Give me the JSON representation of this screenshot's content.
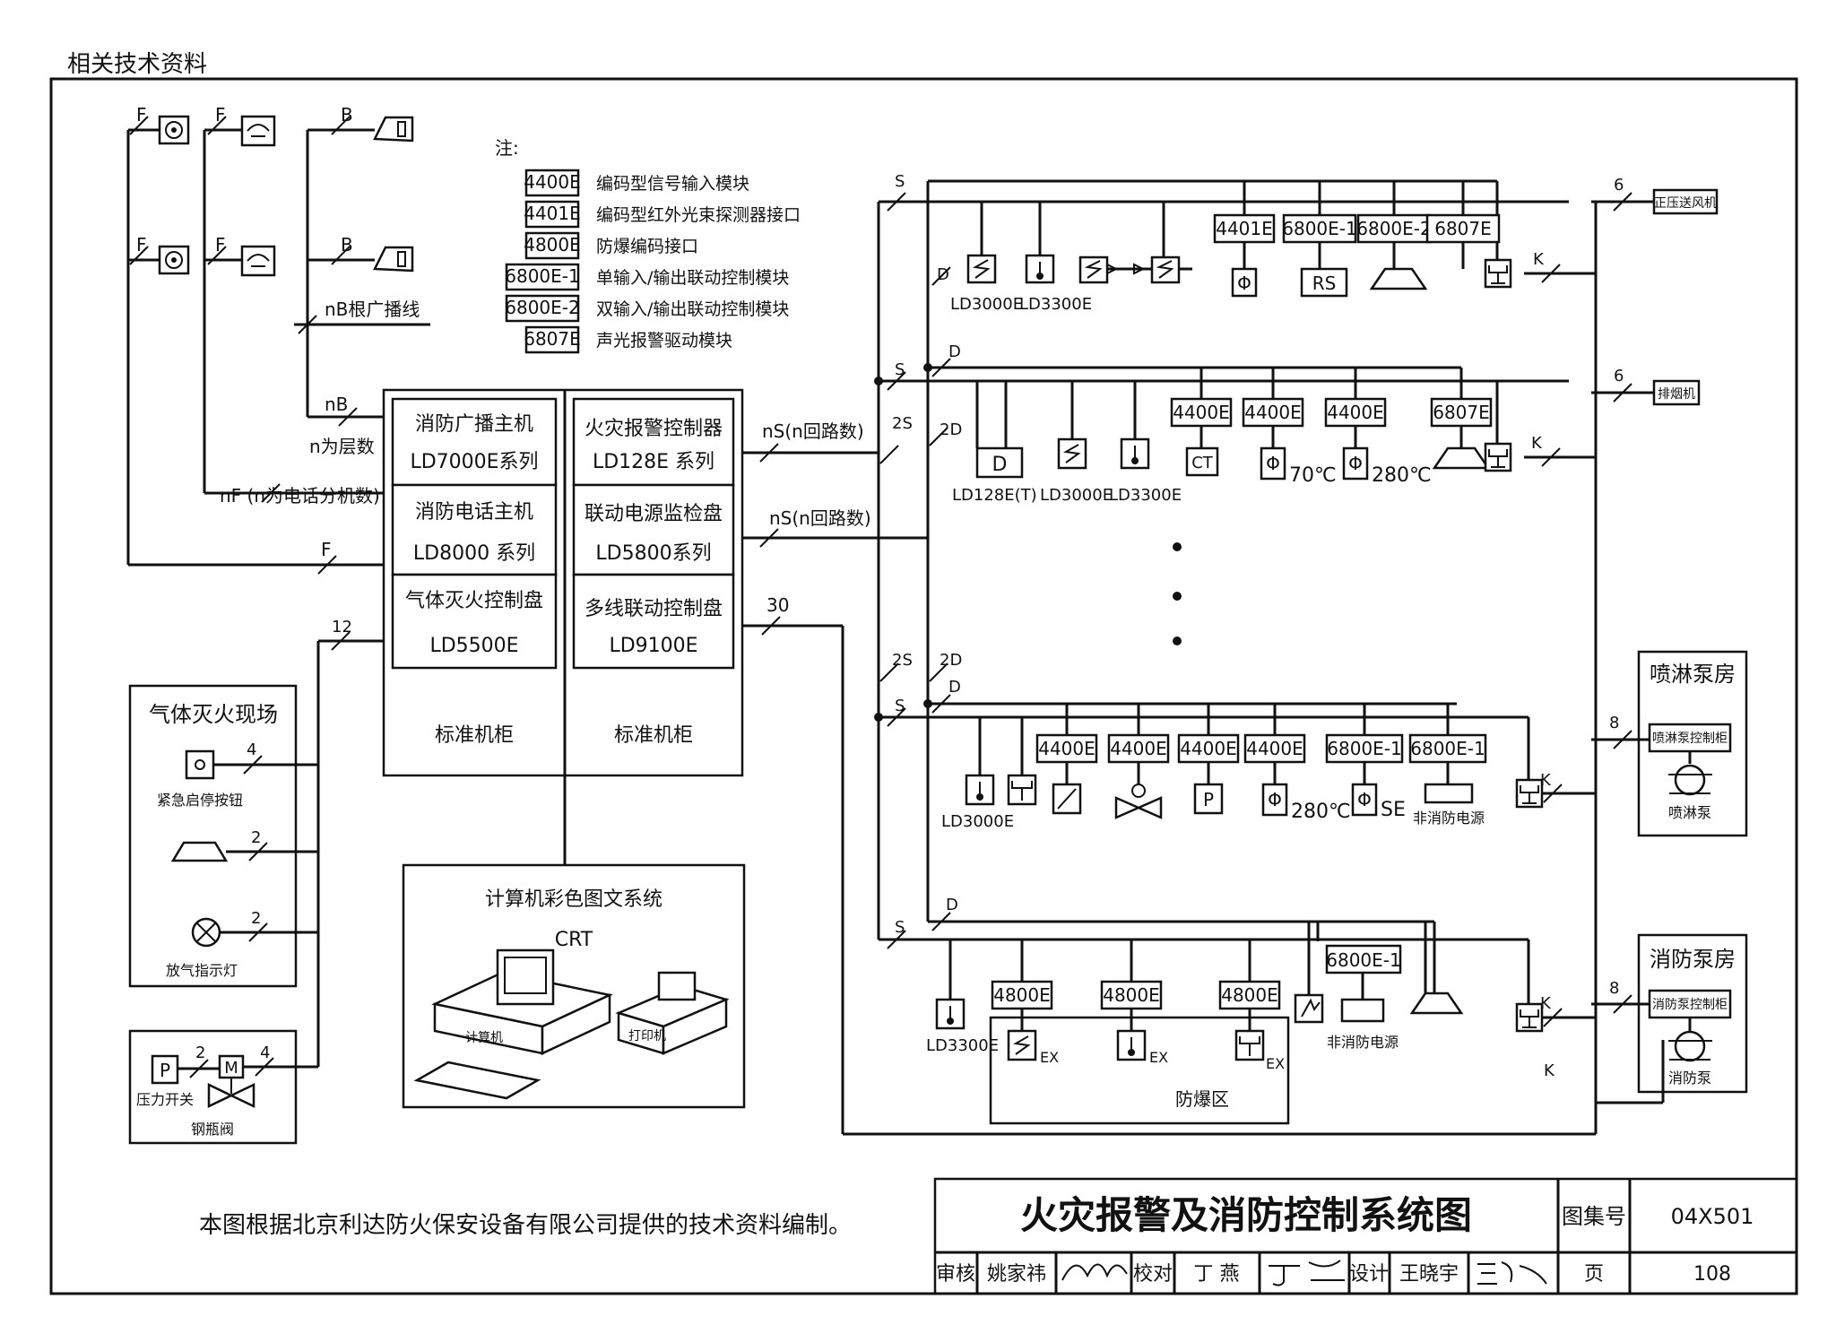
{
  "page": {
    "header": "相关技术资料",
    "footnote": "本图根据北京利达防火保安设备有限公司提供的技术资料编制。"
  },
  "title_block": {
    "title": "火灾报警及消防控制系统图",
    "atlas_label": "图集号",
    "atlas_no": "04X501",
    "review_label": "审核",
    "reviewer": "姚家祎",
    "check_label": "校对",
    "checker": "丁 燕",
    "design_label": "设计",
    "designer": "王晓宇",
    "page_label": "页",
    "page_no": "108"
  },
  "legend": {
    "title": "注:",
    "items": [
      {
        "code": "4400E",
        "desc": "编码型信号输入模块"
      },
      {
        "code": "4401E",
        "desc": "编码型红外光束探测器接口"
      },
      {
        "code": "4800E",
        "desc": "防爆编码接口"
      },
      {
        "code": "6800E-1",
        "desc": "单输入/输出联动控制模块"
      },
      {
        "code": "6800E-2",
        "desc": "双输入/输出联动控制模块"
      },
      {
        "code": "6807E",
        "desc": "声光报警驱动模块"
      }
    ]
  },
  "cabinets": {
    "left": {
      "units": [
        {
          "name": "消防广播主机",
          "model": "LD7000E系列"
        },
        {
          "name": "消防电话主机",
          "model": "LD8000 系列"
        },
        {
          "name": "气体灭火控制盘",
          "model": "LD5500E"
        }
      ],
      "footer": "标准机柜"
    },
    "right": {
      "units": [
        {
          "name": "火灾报警控制器",
          "model": "LD128E 系列"
        },
        {
          "name": "联动电源监检盘",
          "model": "LD5800系列"
        },
        {
          "name": "多线联动控制盘",
          "model": "LD9100E"
        }
      ],
      "footer": "标准机柜"
    }
  },
  "broadcast": {
    "f1": "F",
    "f2": "F",
    "f3": "F",
    "f4": "F",
    "b1": "B",
    "b2": "B",
    "nb_lines": "nB根广播线",
    "nb": "nB",
    "n_floors": "n为层数",
    "nf_phones": "nF (n为电话分机数)",
    "f_main": "F",
    "wire_12": "12"
  },
  "trunks": {
    "ns1": "nS(n回路数)",
    "ns2": "nS(n回路数)",
    "w30": "30",
    "s": "S",
    "d": "D",
    "s2": "2S",
    "d2": "2D",
    "k": "K",
    "six": "6",
    "eight": "8"
  },
  "loop1": {
    "modules": [
      "4401E",
      "6800E-1",
      "6800E-2",
      "6807E"
    ],
    "rs": "RS",
    "labels": [
      "LD3000E",
      "LD3300E"
    ]
  },
  "loop2": {
    "d_box": "D",
    "modules": [
      "4400E",
      "4400E",
      "4400E",
      "6807E"
    ],
    "ct": "CT",
    "t70": "70℃",
    "t280": "280℃",
    "labels": [
      "LD128E(T)",
      "LD3000E",
      "LD3300E"
    ]
  },
  "loop3": {
    "modules": [
      "4400E",
      "4400E",
      "4400E",
      "4400E",
      "6800E-1",
      "6800E-1"
    ],
    "p": "P",
    "t280": "280℃",
    "se": "SE",
    "label": "LD3000E",
    "non_fire_power": "非消防电源"
  },
  "loop4": {
    "modules": [
      "4800E",
      "4800E",
      "4800E"
    ],
    "m6800": "6800E-1",
    "label": "LD3300E",
    "ex": "EX",
    "zone": "防爆区",
    "non_fire_power": "非消防电源"
  },
  "gas_site": {
    "title": "气体灭火现场",
    "stop_button": "紧急启停按钮",
    "lamp": "放气指示灯",
    "w4": "4",
    "w2a": "2",
    "w2b": "2"
  },
  "valve": {
    "p": "P",
    "m": "M",
    "pressure_switch": "压力开关",
    "bottle_valve": "钢瓶阀",
    "w2": "2",
    "w4": "4"
  },
  "crt": {
    "title": "计算机彩色图文系统",
    "crt": "CRT",
    "computer": "计算机",
    "printer": "打印机"
  },
  "fans": {
    "supply": "正压送风机",
    "exhaust": "排烟机"
  },
  "pumps": {
    "sprinkler_room": "喷淋泵房",
    "sprinkler_cab": "喷淋泵控制柜",
    "sprinkler_pump": "喷淋泵",
    "fire_room": "消防泵房",
    "fire_cab": "消防泵控制柜",
    "fire_pump": "消防泵"
  },
  "symbols": {
    "speaker_icon": "speaker-icon",
    "phone_icon": "telephone-icon",
    "phone_jack_icon": "phone-jack-icon",
    "smoke_icon": "smoke-detector-icon",
    "heat_icon": "heat-detector-icon",
    "flame_icon": "flame-detector-icon",
    "valve_icon": "valve-icon",
    "pump_icon": "pump-icon",
    "alarm_icon": "sounder-strobe-icon"
  }
}
